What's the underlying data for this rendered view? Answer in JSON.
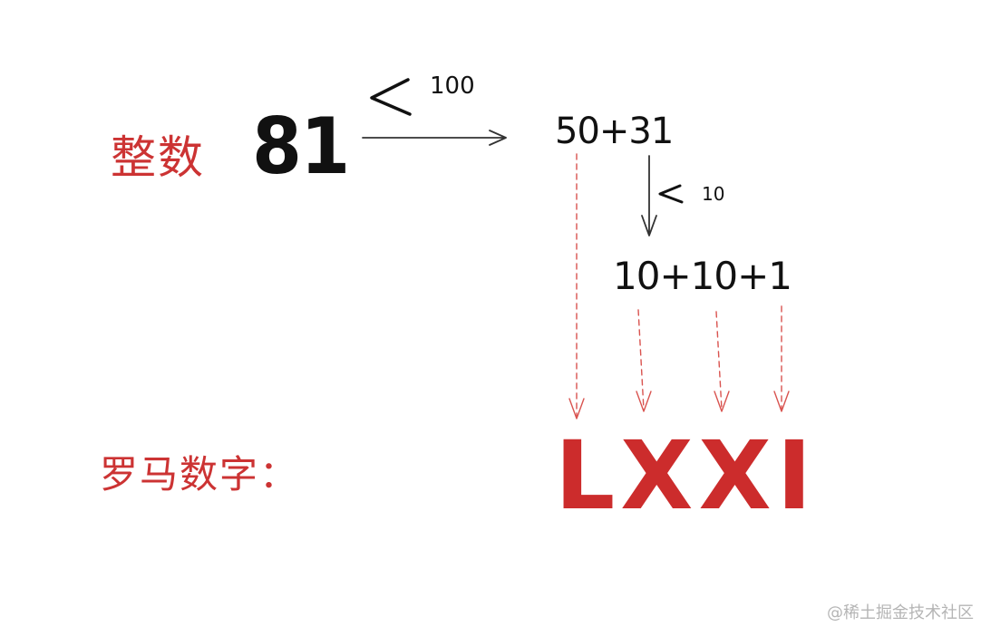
{
  "labels": {
    "integer": "整数",
    "roman": "罗马数字："
  },
  "values": {
    "number": "81",
    "decomposition_hundreds": "50+31",
    "decomposition_tens": "10+10+1",
    "condition_100": "100",
    "condition_10": "10",
    "roman_result": "LXXI"
  },
  "watermark": "@稀土掘金技术社区",
  "colors": {
    "accent_red": "#cc3333",
    "ink": "#111111",
    "dashed_arrow": "#d9534f",
    "watermark": "#b5b5b5"
  }
}
